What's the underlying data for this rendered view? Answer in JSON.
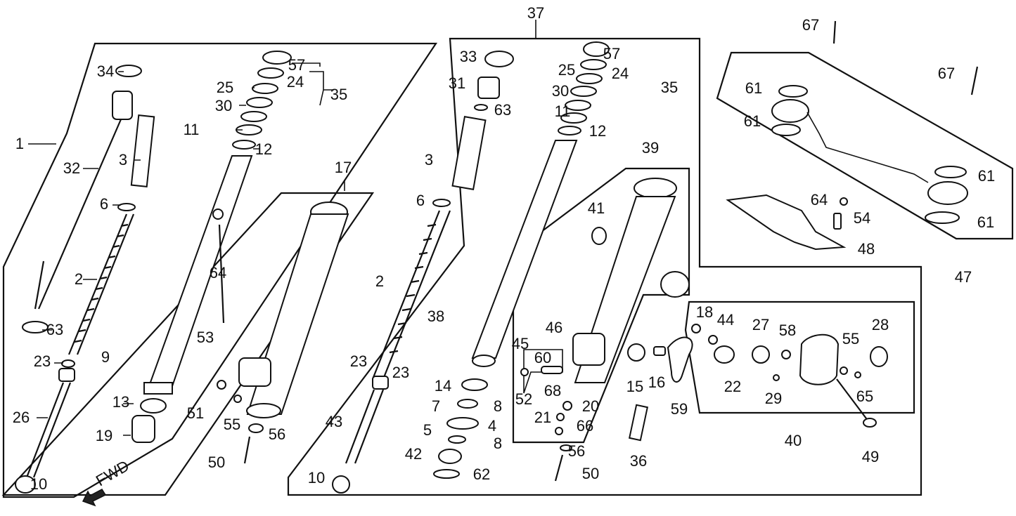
{
  "diagram": {
    "labels": [
      "1",
      "2",
      "3",
      "6",
      "9",
      "10",
      "13",
      "19",
      "23",
      "26",
      "32",
      "34",
      "63",
      "11",
      "12",
      "24",
      "25",
      "30",
      "35",
      "57",
      "17",
      "50",
      "51",
      "53",
      "55",
      "56",
      "64",
      "37",
      "2",
      "3",
      "6",
      "10",
      "23",
      "23",
      "38",
      "43",
      "33",
      "31",
      "63",
      "57",
      "24",
      "25",
      "35",
      "30",
      "11",
      "12",
      "39",
      "41",
      "4",
      "5",
      "7",
      "8",
      "8",
      "14",
      "42",
      "62",
      "50",
      "56",
      "45",
      "46",
      "52",
      "60",
      "68",
      "20",
      "21",
      "66",
      "15",
      "16",
      "59",
      "36",
      "40",
      "18",
      "44",
      "22",
      "27",
      "58",
      "29",
      "28",
      "55",
      "65",
      "49",
      "67",
      "67",
      "61",
      "61",
      "61",
      "61",
      "64",
      "54",
      "48",
      "47"
    ],
    "fwd_label": "FWD"
  }
}
